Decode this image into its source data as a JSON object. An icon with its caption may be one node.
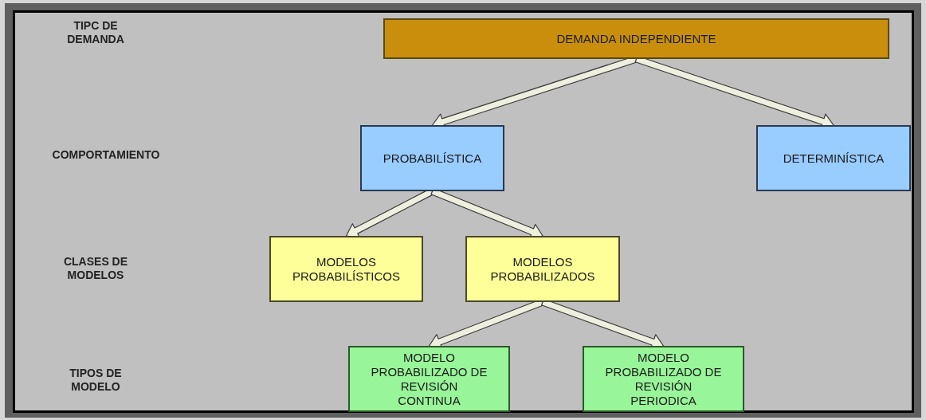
{
  "diagram": {
    "nodes": [
      {
        "text": [
          "DEMANDA INDEPENDIENTE"
        ]
      },
      {
        "text": [
          "PROBABILÍSTICA"
        ]
      },
      {
        "text": [
          "DETERMINÍSTICA"
        ]
      },
      {
        "text": [
          "MODELOS PROBABILÍSTICOS"
        ]
      },
      {
        "text": [
          "MODELOS PROBABILIZADOS"
        ]
      },
      {
        "text": [
          "MODELO PROBABILIZADO DE REVISIÓN CONTINUA"
        ]
      },
      {
        "text": [
          "MODELO PROBABILIZADO DE REVISIÓN PERIODICA"
        ]
      }
    ],
    "edges": [
      {
        "from": 0,
        "to": 1,
        "arrow": "to"
      },
      {
        "from": 0,
        "to": 2,
        "arrow": "to"
      },
      {
        "from": 1,
        "to": 3,
        "arrow": "to"
      },
      {
        "from": 1,
        "to": 4,
        "arrow": "to"
      },
      {
        "from": 4,
        "to": 5,
        "arrow": "to"
      },
      {
        "from": 4,
        "to": 6,
        "arrow": "to"
      }
    ],
    "labels": [
      "TIPC DE DEMANDA",
      "COMPORTAMIENTO",
      "CLASES DE MODELOS",
      "TIPOS DE MODELO"
    ]
  }
}
